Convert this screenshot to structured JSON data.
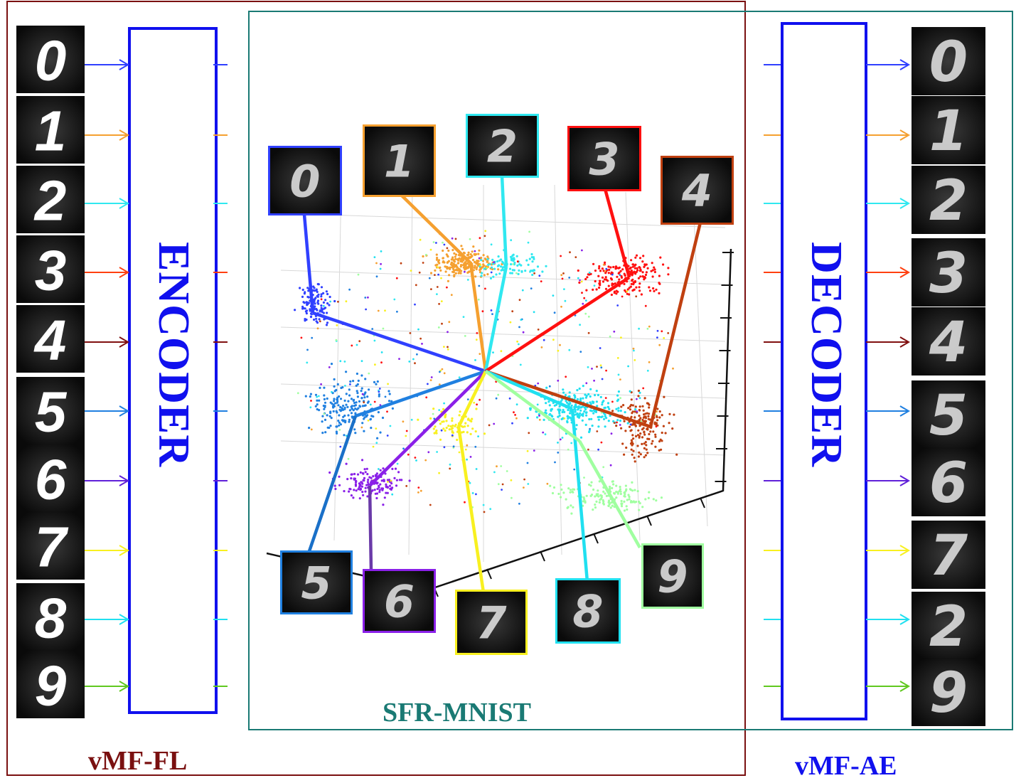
{
  "labels": {
    "encoder": "ENCODER",
    "decoder": "DECODER",
    "dataset": "SFR-MNIST",
    "fl_method": "vMF-FL",
    "ae_method": "vMF-AE"
  },
  "input_digits": [
    "0",
    "1",
    "2",
    "3",
    "4",
    "5",
    "6",
    "7",
    "8",
    "9"
  ],
  "reconstructed_digits": [
    "0",
    "1",
    "2",
    "3",
    "4",
    "5",
    "6",
    "7",
    "2",
    "9"
  ],
  "class_thumbnails": [
    "0",
    "1",
    "2",
    "3",
    "4",
    "5",
    "6",
    "7",
    "8",
    "9"
  ],
  "colors": {
    "fl_frame": "#7a1010",
    "ae_frame": "#1a7a74",
    "coder_box": "#1010ee",
    "classes": [
      "#3040ff",
      "#f5a030",
      "#30e8f0",
      "#ff1010",
      "#c04010",
      "#2080e0",
      "#8a20e8",
      "#f8f020",
      "#20e0f0",
      "#a0ffa0"
    ],
    "arrows": [
      "#3040ff",
      "#f5a030",
      "#30e8f0",
      "#ff4010",
      "#801010",
      "#2080e0",
      "#6020d8",
      "#f8f020",
      "#20e0f0",
      "#60c820"
    ]
  }
}
